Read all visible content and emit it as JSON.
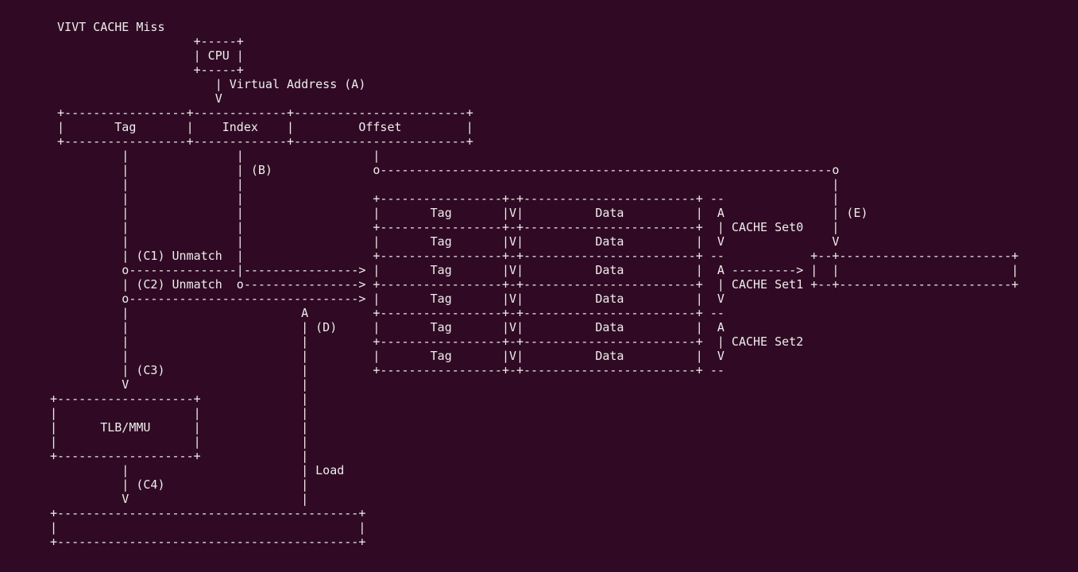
{
  "theme": {
    "background": "#300a24",
    "foreground": "#eeeeec"
  },
  "diagram": {
    "title": "VIVT CACHE Miss",
    "lines": [
      " VIVT CACHE Miss",
      "                    +-----+",
      "                    | CPU |",
      "                    +-----+",
      "                       | Virtual Address (A)",
      "                       V",
      " +-----------------+-------------+------------------------+",
      " |       Tag       |    Index    |         Offset         |",
      " +-----------------+-------------+------------------------+",
      "          |               |                  |",
      "          |               | (B)              o---------------------------------------------------------------o",
      "          |               |                                                                                  |",
      "          |               |                  +-----------------+-+------------------------+ --               |",
      "          |               |                  |       Tag       |V|          Data          |  A               | (E)",
      "          |               |                  +-----------------+-+------------------------+  | CACHE Set0    |",
      "          |               |                  |       Tag       |V|          Data          |  V               V",
      "          | (C1) Unmatch  |                  +-----------------+-+------------------------+ --            +--+------------------------+",
      "          o---------------|----------------> |       Tag       |V|          Data          |  A ---------> |  |                        |",
      "          | (C2) Unmatch  o----------------> +-----------------+-+------------------------+  | CACHE Set1 +--+------------------------+",
      "          o--------------------------------> |       Tag       |V|          Data          |  V",
      "          |                        A         +-----------------+-+------------------------+ --",
      "          |                        | (D)     |       Tag       |V|          Data          |  A",
      "          |                        |         +-----------------+-+------------------------+  | CACHE Set2",
      "          |                        |         |       Tag       |V|          Data          |  V",
      "          | (C3)                   |         +-----------------+-+------------------------+ --",
      "          V                        |",
      "+-------------------+              |",
      "|                   |              |",
      "|      TLB/MMU      |              |",
      "|                   |              |",
      "+-------------------+              |",
      "          |                        | Load",
      "          | (C4)                   |",
      "          V                        |",
      "+------------------------------------------+",
      "|                                          |",
      "+------------------------------------------+"
    ]
  }
}
